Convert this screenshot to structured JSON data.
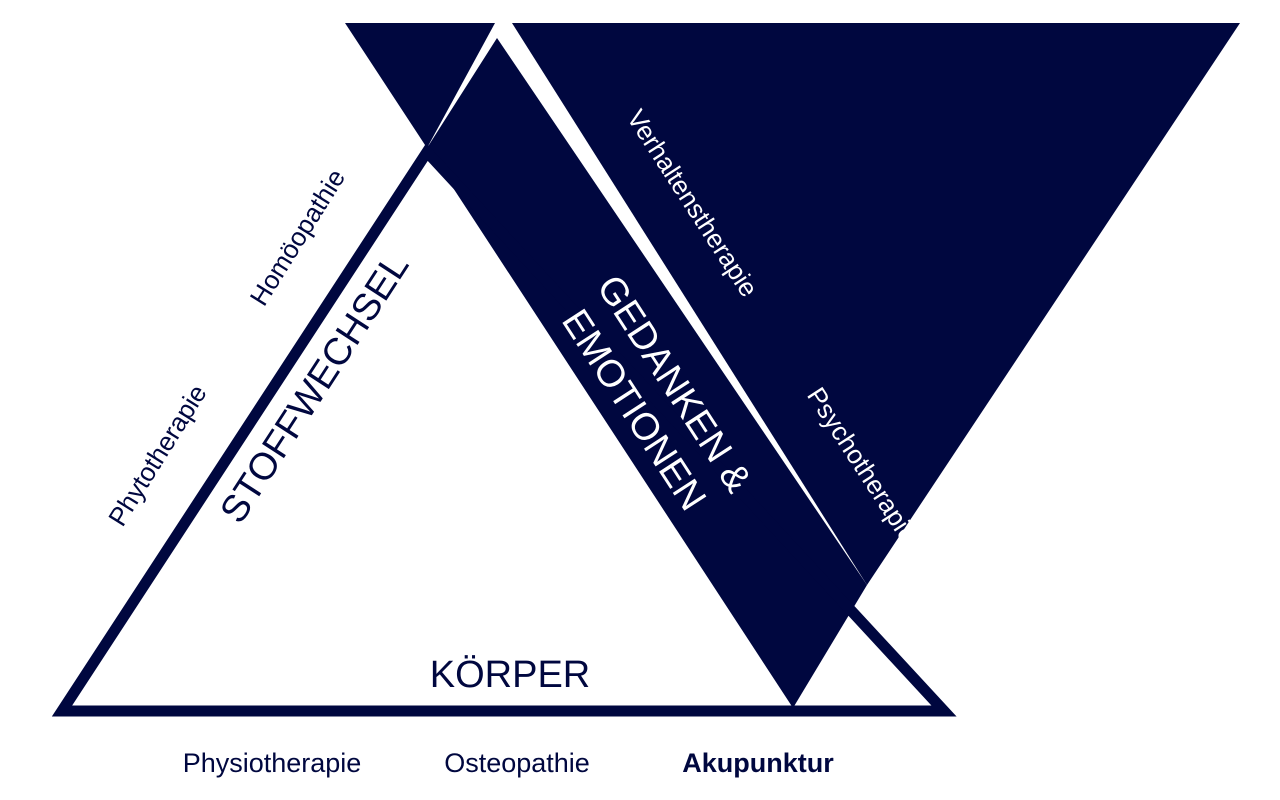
{
  "colors": {
    "navy": "#00073f",
    "background": "#ffffff"
  },
  "triangle_main": {
    "label": "KÖRPER",
    "side_label": "STOFFWECHSEL"
  },
  "band": {
    "label_line1": "GEDANKEN &",
    "label_line2": "EMOTIONEN"
  },
  "methods": {
    "homoeopathie": "Homöopathie",
    "phytotherapie": "Phytotherapie",
    "verhaltenstherapie": "Verhaltenstherapie",
    "psychotherapie": "Psychotherapie",
    "physiotherapie": "Physiotherapie",
    "osteopathie": "Osteopathie",
    "akupunktur": "Akupunktur"
  }
}
